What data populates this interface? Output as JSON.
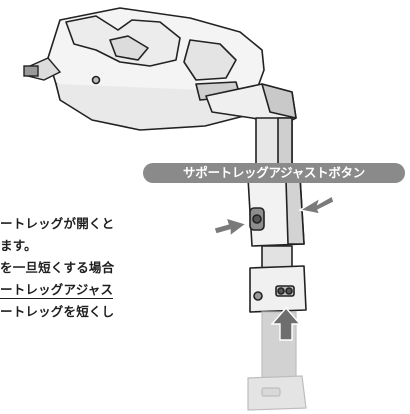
{
  "label": {
    "text": "サポートレッグアジャストボタン"
  },
  "instructions": [
    {
      "text": "ートレッグが開くと",
      "underlined": false
    },
    {
      "text": "ます。",
      "underlined": false
    },
    {
      "text": "を一旦短くする場合",
      "underlined": false
    },
    {
      "text": "ートレッグアジャス",
      "underlined": true
    },
    {
      "text": "ートレッグを短くし",
      "underlined": false
    }
  ],
  "colors": {
    "label_bg": "#8a8a8a",
    "arrow": "#7a7a7a",
    "leg_highlight": "#d2d2d2"
  }
}
